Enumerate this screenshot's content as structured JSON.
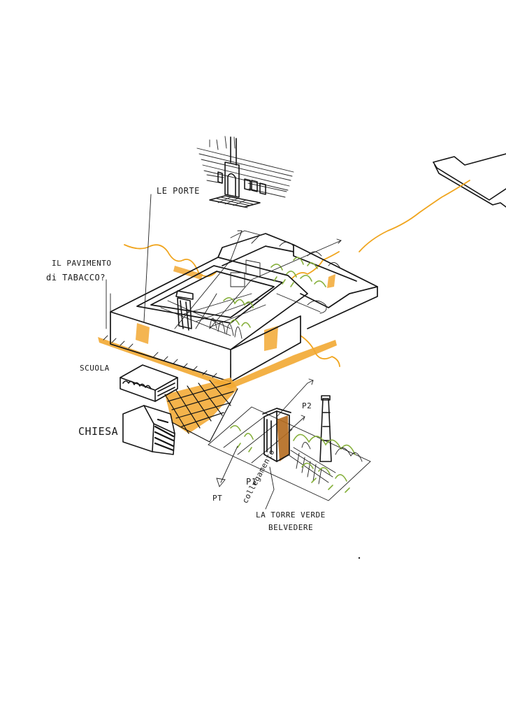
{
  "labels": {
    "le_porte": "LE PORTE",
    "pavimento_line1": "IL PAVIMENTO",
    "pavimento_line2": "di TABACCO?",
    "scuola": "SCUOLA",
    "chiesa": "CHIESA",
    "p2": "P2",
    "p1": "P1",
    "collegamento": "collegamento",
    "pt": "PT",
    "torre_line1": "LA TORRE VERDE",
    "torre_line2": "BELVEDERE"
  },
  "colors": {
    "ink": "#151515",
    "accent_orange": "#f2a832",
    "vegetation_green": "#86b03c",
    "tower_brown": "#b46a1e",
    "paper": "#ffffff"
  }
}
